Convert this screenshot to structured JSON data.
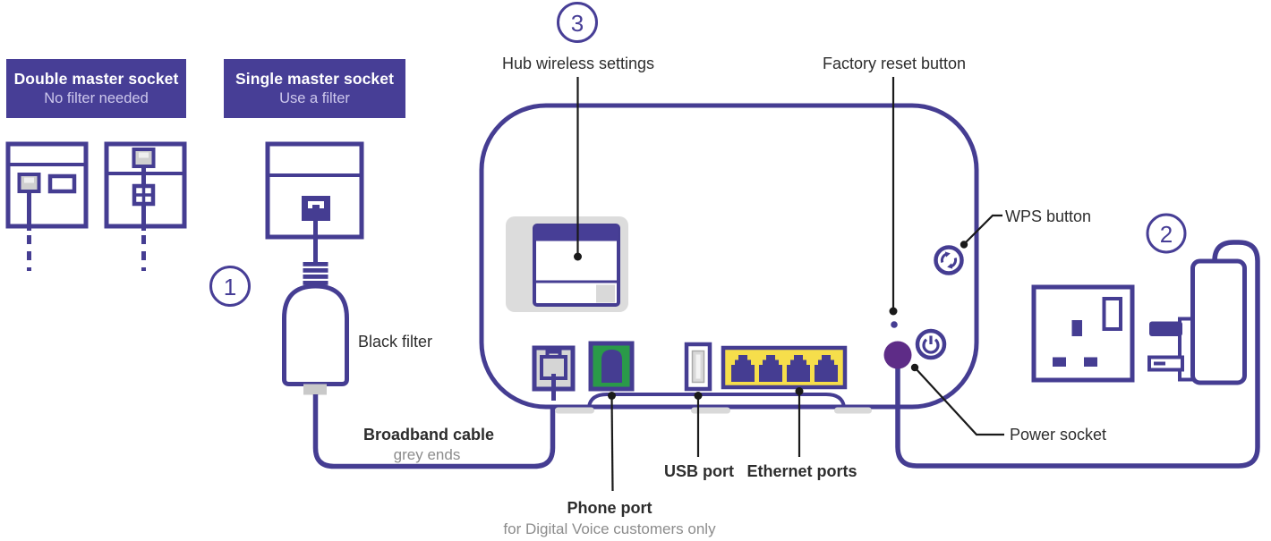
{
  "colors": {
    "brand_purple": "#473e96",
    "line_purple": "#453d92",
    "deep_purple": "#5e2c87",
    "phone_green": "#2a9a49",
    "ethernet_yellow": "#f6de4b",
    "grey_fill": "#d5d5d5",
    "sticker_grey": "#dcdcdc",
    "label_text": "#2d2d2d",
    "note_text": "#8c8c8c",
    "leader_black": "#1a1a1a"
  },
  "header_cards": [
    {
      "title": "Double master socket",
      "subtitle": "No filter needed"
    },
    {
      "title": "Single master socket",
      "subtitle": "Use a filter"
    }
  ],
  "step_badges": {
    "filter_step": "1",
    "power_step": "2",
    "wireless_step": "3"
  },
  "labels": {
    "hub_wireless": "Hub wireless settings",
    "factory_reset": "Factory reset button",
    "wps": "WPS button",
    "power_socket": "Power socket",
    "black_filter": "Black filter",
    "broadband_cable": "Broadband cable",
    "broadband_cable_note": "grey ends",
    "usb": "USB port",
    "ethernet": "Ethernet ports",
    "phone": "Phone port",
    "phone_note": "for Digital Voice customers only"
  },
  "icons": {
    "wps_button": "wps-sync-icon",
    "power_button": "power-icon",
    "factory_reset": "reset-pinhole-dot",
    "broadband_port": "broadband-plug-icon",
    "phone_port": "phone-plug-icon",
    "ethernet_port": "rj45-icon"
  }
}
